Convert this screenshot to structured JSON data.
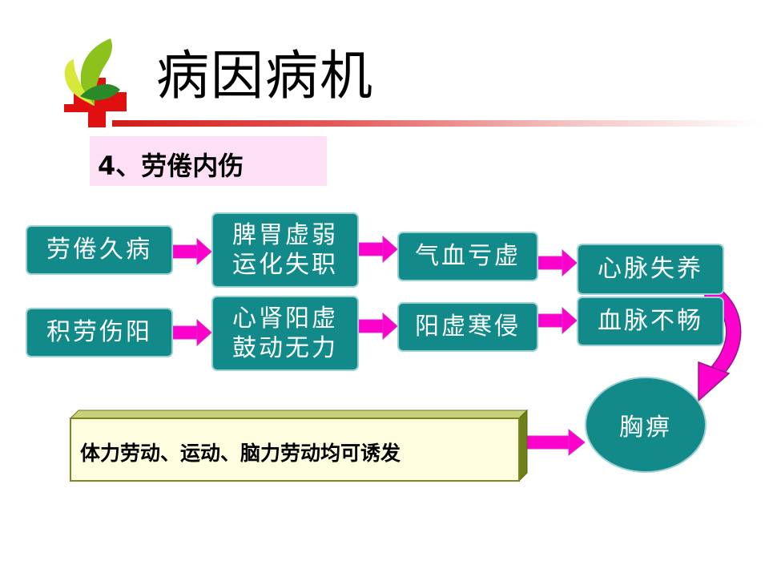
{
  "title": "病因病机",
  "subtitle": "4、劳倦内伤",
  "row1": [
    "劳倦久病",
    "脾胃虚弱\n运化失职",
    "气血亏虚",
    "心脉失养"
  ],
  "row2": [
    "积劳伤阳",
    "心肾阳虚\n鼓动无力",
    "阳虚寒侵",
    "血脉不畅"
  ],
  "result": "胸痹",
  "trigger": "体力劳动、运动、脑力劳动均可诱发",
  "colors": {
    "box": "#138a8a",
    "arrow": "#ff00cc",
    "title_line": "#d21a1a",
    "subtitle_bg": "#fde0f6",
    "trigger_bg": "#fffde0",
    "trigger_side": "#8a9a2a"
  },
  "icons": [
    "leaf-logo-icon",
    "red-cross-icon"
  ]
}
